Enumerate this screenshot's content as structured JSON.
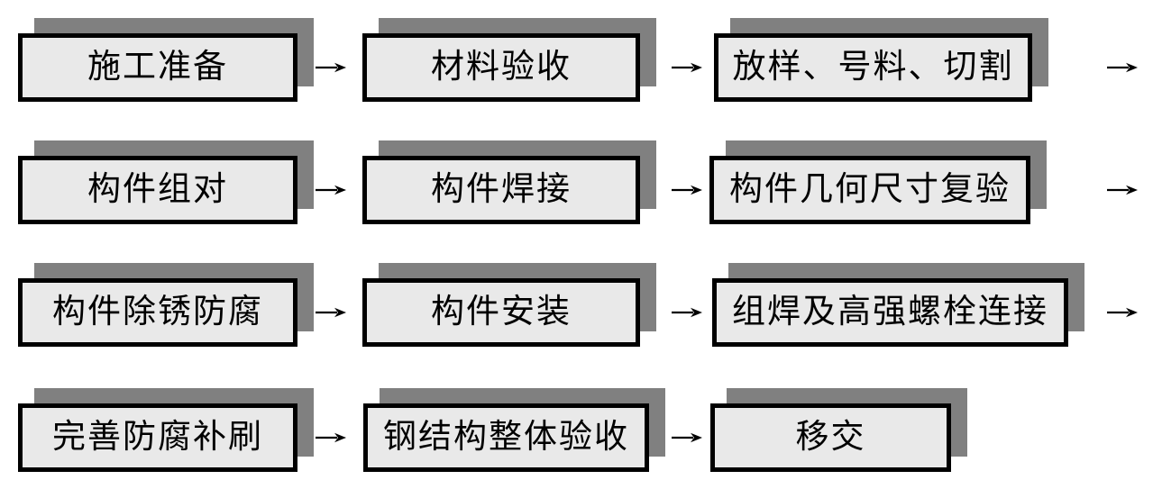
{
  "flow": {
    "colors": {
      "box_fill": "#e9e9e9",
      "box_border": "#000000",
      "shadow": "#808080",
      "text": "#000000"
    },
    "icons": {
      "flow_arrow": "→"
    },
    "rows": [
      {
        "steps": [
          {
            "label": "施工准备"
          },
          {
            "label": "材料验收"
          },
          {
            "label": "放样、号料、切割"
          }
        ],
        "continues": true
      },
      {
        "steps": [
          {
            "label": "构件组对"
          },
          {
            "label": "构件焊接"
          },
          {
            "label": "构件几何尺寸复验"
          }
        ],
        "continues": true
      },
      {
        "steps": [
          {
            "label": "构件除锈防腐"
          },
          {
            "label": "构件安装"
          },
          {
            "label": "组焊及高强螺栓连接"
          }
        ],
        "continues": true
      },
      {
        "steps": [
          {
            "label": "完善防腐补刷"
          },
          {
            "label": "钢结构整体验收"
          },
          {
            "label": "移交"
          }
        ],
        "continues": false
      }
    ]
  }
}
